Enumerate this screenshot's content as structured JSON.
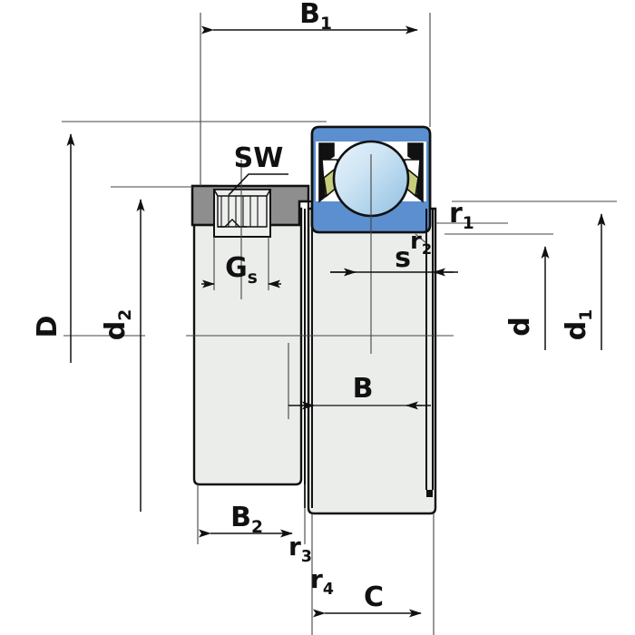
{
  "drawing": {
    "title": "Insert ball bearing with eccentric locking collar - sectional technical drawing",
    "type": "engineering-section-drawing"
  },
  "dimensions": {
    "B1": {
      "label": "B",
      "sub": "1",
      "orientation": "horizontal",
      "position": "top"
    },
    "SW": {
      "label": "SW",
      "sub": "",
      "orientation": "leader",
      "position": "top-left-detail"
    },
    "D": {
      "label": "D",
      "sub": "",
      "orientation": "vertical",
      "position": "left-outer"
    },
    "d2": {
      "label": "d",
      "sub": "2",
      "orientation": "vertical",
      "position": "left-inner"
    },
    "Gs": {
      "label": "G",
      "sub": "s",
      "orientation": "horizontal",
      "position": "left-collar"
    },
    "s": {
      "label": "s",
      "sub": "",
      "orientation": "horizontal",
      "position": "center"
    },
    "r1": {
      "label": "r",
      "sub": "1",
      "orientation": "leader",
      "position": "right-upper"
    },
    "r2": {
      "label": "r",
      "sub": "2",
      "orientation": "leader",
      "position": "right-upper"
    },
    "d": {
      "label": "d",
      "sub": "",
      "orientation": "vertical",
      "position": "right-inner"
    },
    "d1": {
      "label": "d",
      "sub": "1",
      "orientation": "vertical",
      "position": "right-outer"
    },
    "B": {
      "label": "B",
      "sub": "",
      "orientation": "horizontal",
      "position": "middle"
    },
    "B2": {
      "label": "B",
      "sub": "2",
      "orientation": "horizontal",
      "position": "bottom-left"
    },
    "r3": {
      "label": "r",
      "sub": "3",
      "orientation": "leader",
      "position": "bottom-center"
    },
    "r4": {
      "label": "r",
      "sub": "4",
      "orientation": "leader",
      "position": "bottom-center"
    },
    "C": {
      "label": "C",
      "sub": "",
      "orientation": "horizontal",
      "position": "bottom-right"
    }
  },
  "colors": {
    "line": "#111111",
    "thin_line": "#333333",
    "bearing_blue": "#5b8fd0",
    "ball_light": "#cfe4f5",
    "ball_mid": "#a9cde9",
    "seal_black": "#111111",
    "seal_olive": "#c8cf7a",
    "collar_gray": "#8e8e8e",
    "body_gray": "#ebedeb",
    "hatch_gray": "#dcdedc",
    "background": "#ffffff"
  }
}
